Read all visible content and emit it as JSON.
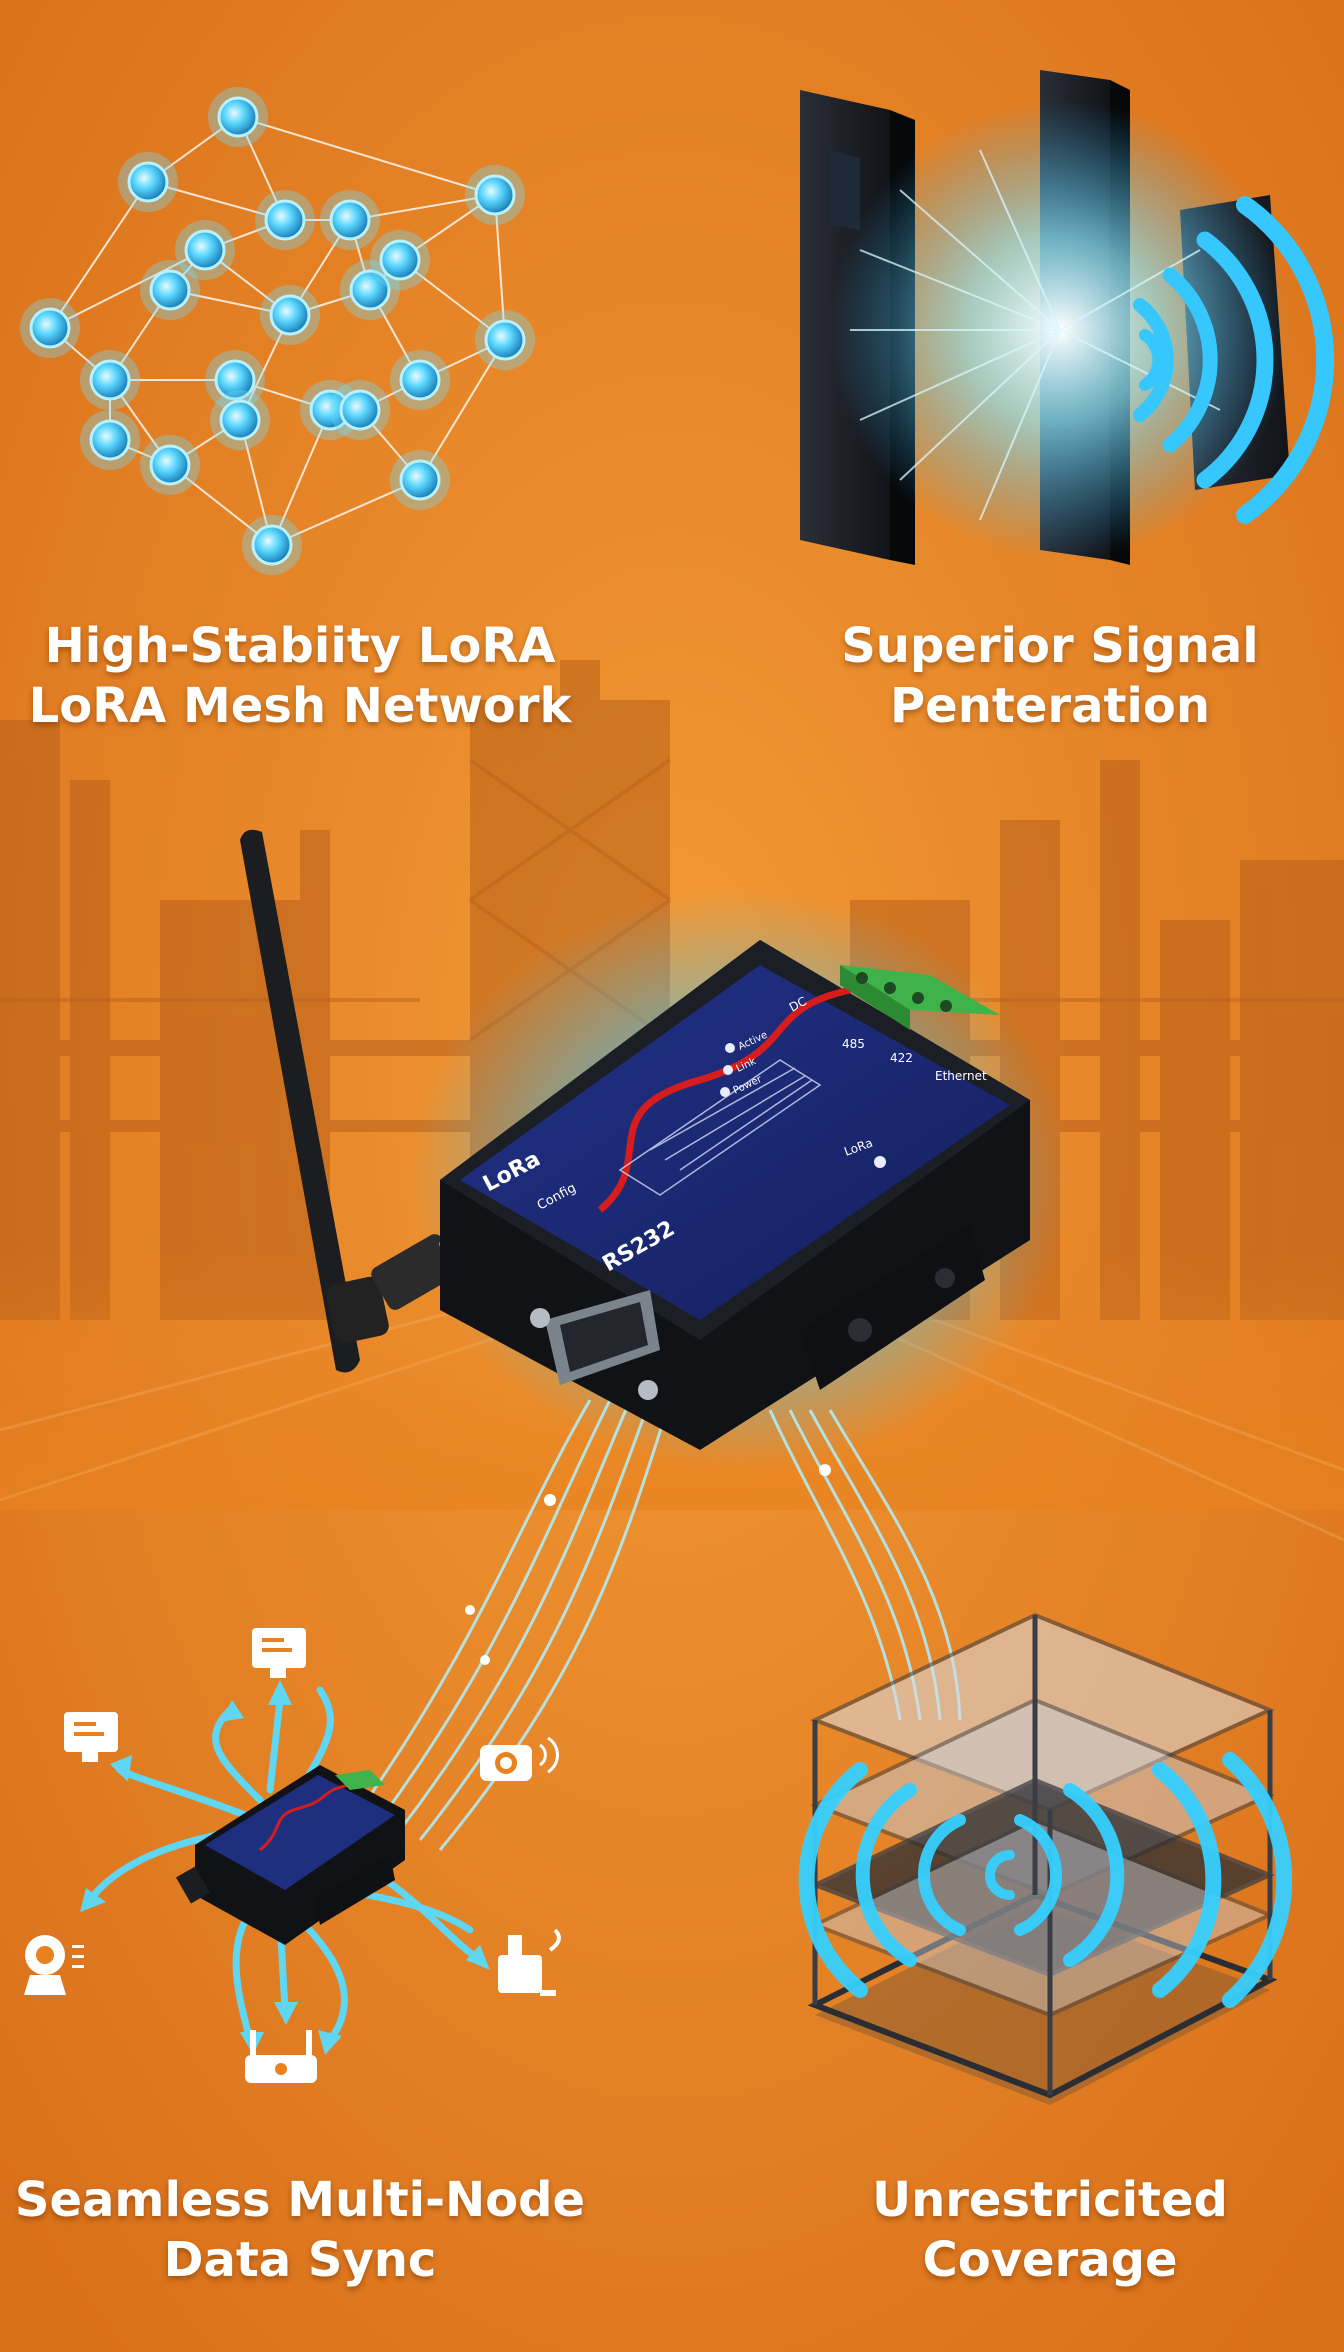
{
  "captions": {
    "mesh": {
      "line1": "High-Stabiity LoRA",
      "line2": "LoRA Mesh Network"
    },
    "penetration": {
      "line1": "Superior Signal",
      "line2": "Penteration"
    },
    "sync": {
      "line1": "Seamless Multi-Node",
      "line2": "Data Sync"
    },
    "coverage": {
      "line1": "Unrestricited Coverage"
    }
  },
  "device": {
    "brand": "LoRa",
    "port_label": "RS232",
    "config_label": "Config",
    "port_tags": [
      "485",
      "422",
      "Ethernet"
    ],
    "power_tag": "DC",
    "led_labels": [
      "Active",
      "Link",
      "Power"
    ],
    "lora_led_label": "LoRa"
  },
  "colors": {
    "background": "#e8821f",
    "glow": "#3fd4ff",
    "device_panel": "#1a2a6e",
    "device_body": "#15171c",
    "stripe": "#d61c1c",
    "terminal": "#3fb34a"
  },
  "icons": [
    "mesh-network-icon",
    "wall-penetration-icon",
    "signal-waves-icon",
    "antenna-icon",
    "camera-icon",
    "monitor-icon",
    "sensor-icon",
    "router-icon",
    "machine-icon",
    "building-coverage-icon"
  ]
}
